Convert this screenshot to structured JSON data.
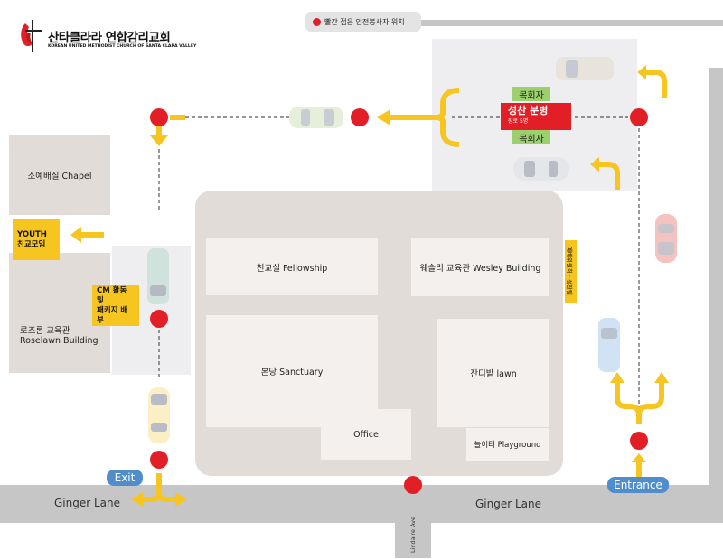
{
  "header": {
    "church_name_ko": "산타클라라 연합감리교회",
    "church_name_en": "KOREAN UNITED METHODIST CHURCH OF SANTA CLARA VALLEY",
    "logo_icon": "cross-and-flame-icon"
  },
  "legend": {
    "dot_color": "#e21f26",
    "text": "빨간 점은 안전봉사자 위치"
  },
  "communion": {
    "title": "성찬 분병",
    "subtitle": "장로 5명",
    "pastor_top": "목회자",
    "pastor_bottom": "목회자",
    "color": "#e21f26",
    "pastor_color": "#9ccf6e"
  },
  "buildings": {
    "chapel": "소예배실 Chapel",
    "roselawn_ko": "로즈론 교육관",
    "roselawn_en": "Roselawn Building",
    "fellowship": "친교실 Fellowship",
    "wesley": "웨슬리 교육관 Wesley Building",
    "sanctuary": "본당 Sanctuary",
    "office": "Office",
    "lawn": "잔디밭 lawn",
    "playground": "놀이터 Playground"
  },
  "labels": {
    "youth_line1": "YOUTH",
    "youth_line2": "친교모임",
    "cm_line1": "CM 활동 및",
    "cm_line2": "패키지 배부",
    "worship_committee": "예배위원회 · 성찬팀",
    "accent_color": "#f7c51f"
  },
  "roads": {
    "ginger_left": "Ginger Lane",
    "ginger_right": "Ginger Lane",
    "lindaire": "Lindaire Ave"
  },
  "buttons": {
    "exit": "Exit",
    "entrance": "Entrance",
    "color": "#4f8dcb"
  }
}
